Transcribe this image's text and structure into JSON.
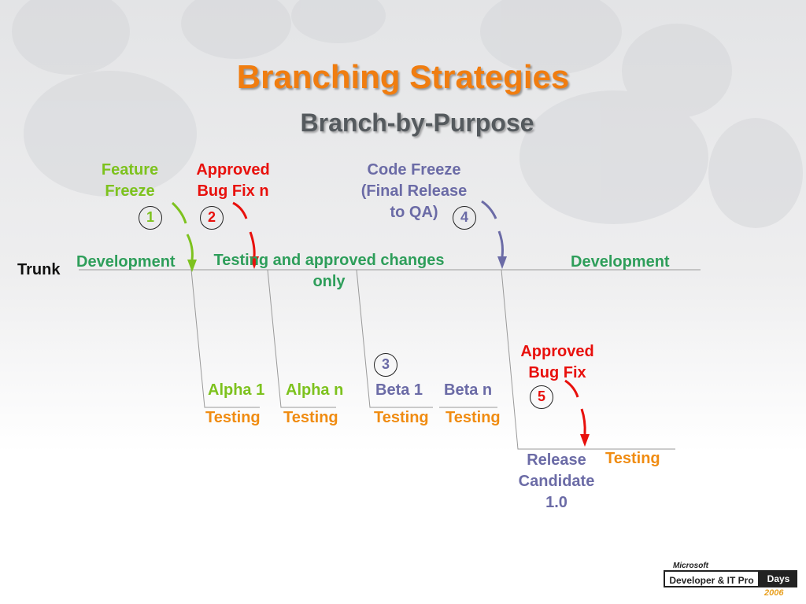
{
  "title": "Branching Strategies",
  "subtitle": "Branch-by-Purpose",
  "labels": {
    "feature_freeze": [
      "Feature",
      "Freeze"
    ],
    "approved_bug_fix_n": [
      "Approved",
      "Bug Fix n"
    ],
    "code_freeze": [
      "Code Freeze",
      "(Final Release",
      "to QA)"
    ],
    "trunk": "Trunk",
    "development_left": "Development",
    "testing_approved": [
      "Testing and approved changes",
      "only"
    ],
    "development_right": "Development",
    "approved_bug_fix": [
      "Approved",
      "Bug Fix"
    ],
    "alpha1": "Alpha 1",
    "alphan": "Alpha n",
    "beta1": "Beta 1",
    "betan": "Beta n",
    "testing": "Testing",
    "release_candidate": [
      "Release",
      "Candidate",
      "1.0"
    ]
  },
  "steps": [
    "1",
    "2",
    "3",
    "4",
    "5"
  ],
  "colors": {
    "title": "#f07d10",
    "green": "#7dc21e",
    "red": "#e8100c",
    "purple": "#6b6ba6",
    "teal": "#2e9e5a",
    "orange": "#f08c12"
  },
  "logo": {
    "brand": "Microsoft",
    "event": "Developer & IT Pro",
    "days": "Days",
    "year": "2006"
  }
}
